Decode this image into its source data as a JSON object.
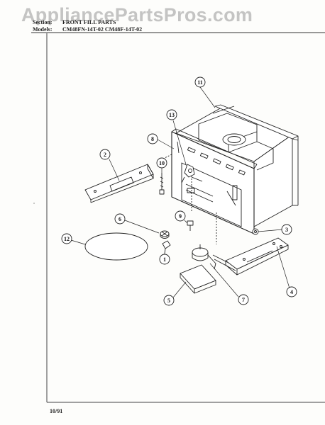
{
  "watermark": "AppliancePartsPros.com",
  "header": {
    "section_label": "Section:",
    "section_value": "FRONT FILL PARTS",
    "models_label": "Models:",
    "models_value": "CM48FN-14T-02  CM48F-14T-02"
  },
  "footer": {
    "date": "10/91"
  },
  "callouts": {
    "c1": "1",
    "c2": "2",
    "c3": "3",
    "c4": "4",
    "c5": "5",
    "c6": "6",
    "c7": "7",
    "c8": "8",
    "c9": "9",
    "c10": "10",
    "c11": "11",
    "c12": "12",
    "c13": "13"
  }
}
